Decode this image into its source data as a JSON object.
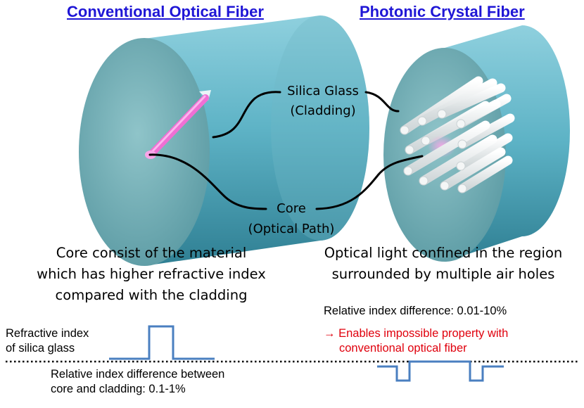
{
  "titles": {
    "conventional": "Conventional Optical Fiber",
    "photonic": "Photonic Crystal Fiber"
  },
  "labels": {
    "silica_glass": "Silica Glass",
    "cladding": "(Cladding)",
    "core": "Core",
    "optical_path": "(Optical Path)"
  },
  "descriptions": {
    "conventional": [
      "Core consist of the material",
      "which has higher refractive index",
      "compared with the cladding"
    ],
    "photonic": [
      "Optical light confined in the region",
      "surrounded by multiple air holes"
    ]
  },
  "index_profile": {
    "refractive_index_label": [
      "Refractive index",
      "of silica glass"
    ],
    "conventional_difference": [
      "Relative index difference between",
      "core and cladding: 0.1-1%"
    ],
    "photonic_difference": "Relative index difference: 0.01-10%",
    "photonic_note": [
      "→ Enables impossible property with",
      "conventional optical fiber"
    ]
  },
  "colors": {
    "title_blue": "#1f16d6",
    "fiber_teal": "#4fa6b8",
    "core_pink": "#f06fd4",
    "profile_blue": "#4a7fc0",
    "note_red": "#e0000d"
  }
}
